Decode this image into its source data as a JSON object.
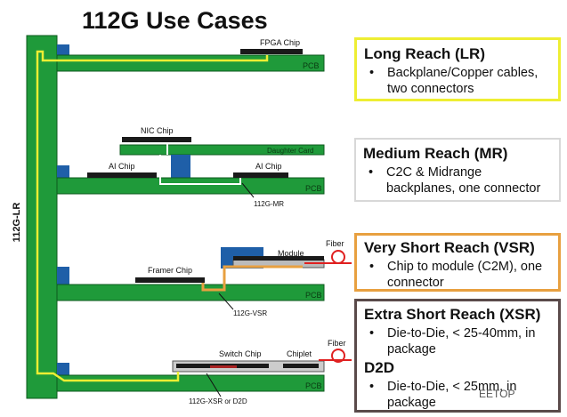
{
  "title": "112G Use Cases",
  "vertical_label": "112G-LR",
  "pcb_label": "PCB",
  "chips": {
    "fpga": "FPGA Chip",
    "nic": "NIC Chip",
    "daughter_card": "Daughter Card",
    "ai_left": "AI Chip",
    "ai_right": "AI Chip",
    "framer": "Framer Chip",
    "module": "Module",
    "switch": "Switch Chip",
    "chiplet": "Chiplet"
  },
  "fiber_label": "Fiber",
  "links": {
    "mr": "112G-MR",
    "vsr": "112G-VSR",
    "xsr": "112G-XSR or D2D"
  },
  "boxes": {
    "lr": {
      "heading": "Long Reach (LR)",
      "bullet": "Backplane/Copper cables, two connectors"
    },
    "mr": {
      "heading": "Medium Reach (MR)",
      "bullet": "C2C & Midrange backplanes, one connector"
    },
    "vsr": {
      "heading": "Very Short Reach (VSR)",
      "bullet": "Chip to module (C2M), one connector"
    },
    "xsr": {
      "heading": "Extra Short Reach (XSR)",
      "bullet": "Die-to-Die, < 25-40mm, in package",
      "heading2": "D2D",
      "bullet2": "Die-to-Die, < 25mm, in package"
    }
  },
  "bullet_char": "•",
  "watermark": "EETOP",
  "colors": {
    "pcb_green": "#1f9a3a",
    "pcb_edge": "#0d5a1e",
    "connector_blue": "#1f5fa8",
    "lr_yellow": "#eeee33",
    "mr_white": "#ffffff",
    "vsr_orange": "#e8a040",
    "fiber_red": "#e02020",
    "chip_black": "#1a1a1a"
  }
}
